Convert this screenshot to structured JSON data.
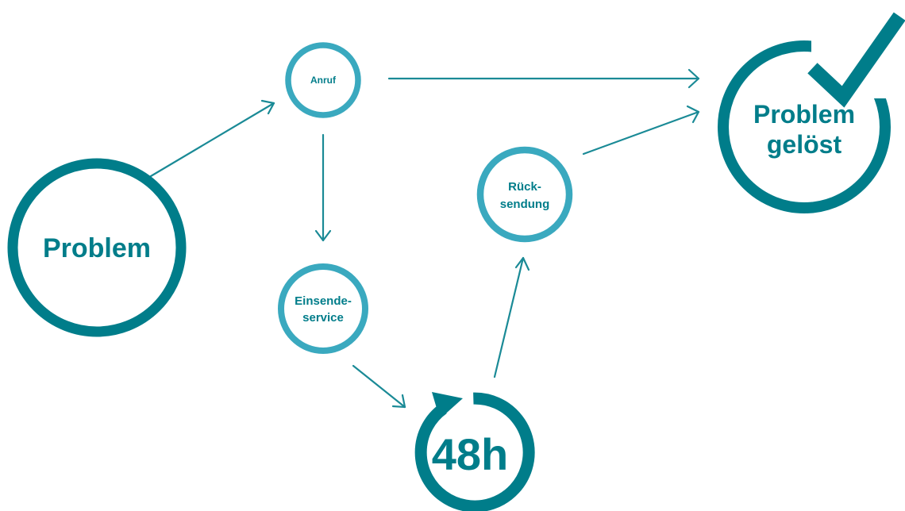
{
  "colors": {
    "dark_teal": "#007d8a",
    "light_teal": "#3aa9bf",
    "connector": "#1a8a96",
    "background": "#ffffff"
  },
  "nodes": {
    "problem": {
      "label": "Problem"
    },
    "anruf": {
      "label": "Anruf"
    },
    "einsende_line1": {
      "label": "Einsende-"
    },
    "einsende_line2": {
      "label": "service"
    },
    "rueck_line1": {
      "label": "Rück-"
    },
    "rueck_line2": {
      "label": "sendung"
    },
    "turnaround": {
      "label": "48h"
    },
    "solved_line1": {
      "label": "Problem"
    },
    "solved_line2": {
      "label": "gelöst"
    }
  },
  "icons": {
    "checkmark": "checkmark-icon",
    "refresh": "refresh-arrow-icon"
  }
}
